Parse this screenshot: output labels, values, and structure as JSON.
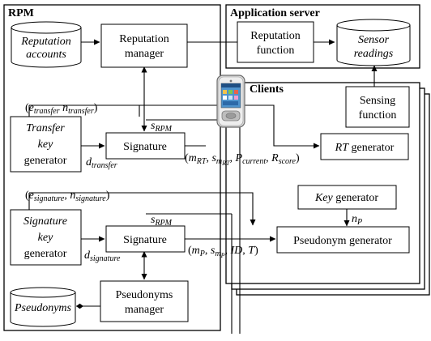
{
  "containers": {
    "rpm": "RPM",
    "app_server": "Application server",
    "clients": "Clients"
  },
  "nodes": {
    "reputation_accounts_1": "Reputation",
    "reputation_accounts_2": "accounts",
    "reputation_manager_1": "Reputation",
    "reputation_manager_2": "manager",
    "reputation_function_1": "Reputation",
    "reputation_function_2": "function",
    "sensor_readings_1": "Sensor",
    "sensor_readings_2": "readings",
    "sensing_function_1": "Sensing",
    "sensing_function_2": "function",
    "transfer_key_gen_1": "Transfer",
    "transfer_key_gen_2": "key",
    "transfer_key_gen_3": "generator",
    "signature_top": "Signature",
    "rt_generator_rt": "RT",
    "rt_generator_rest": " generator",
    "key_generator_key": "Key",
    "key_generator_rest": " generator",
    "signature_key_gen_1": "Signature",
    "signature_key_gen_2": "key",
    "signature_key_gen_3": "generator",
    "signature_bottom": "Signature",
    "pseudonym_generator": "Pseudonym generator",
    "pseudonyms": "Pseudonyms",
    "pseudonyms_manager_1": "Pseudonyms",
    "pseudonyms_manager_2": "manager"
  },
  "labels": {
    "e_transfer": "e",
    "e_transfer_sub": "transfer",
    "n_transfer": "n",
    "n_transfer_sub": "transfer",
    "s_rpm_top": "s",
    "s_rpm_top_sub": "RPM",
    "d_transfer": "d",
    "d_transfer_sub": "transfer",
    "m_rt": "m",
    "m_rt_sub": "RT",
    "s_mrt": "s",
    "s_mrt_sub": "m",
    "s_mrt_subsub": "RT",
    "p_current": "P",
    "p_current_sub": "current",
    "r_score": "R",
    "r_score_sub": "score",
    "e_signature": "e",
    "e_signature_sub": "signature",
    "n_signature": "n",
    "n_signature_sub": "signature",
    "s_rpm_bottom": "s",
    "s_rpm_bottom_sub": "RPM",
    "d_signature": "d",
    "d_signature_sub": "signature",
    "n_p": "n",
    "n_p_sub": "P",
    "m_p": "m",
    "m_p_sub": "P",
    "s_mp": "s",
    "s_mp_sub": "m",
    "s_mp_subsub": "P",
    "id": "ID",
    "t": "T"
  },
  "icons": {
    "phone": "mobile-phone-icon"
  }
}
